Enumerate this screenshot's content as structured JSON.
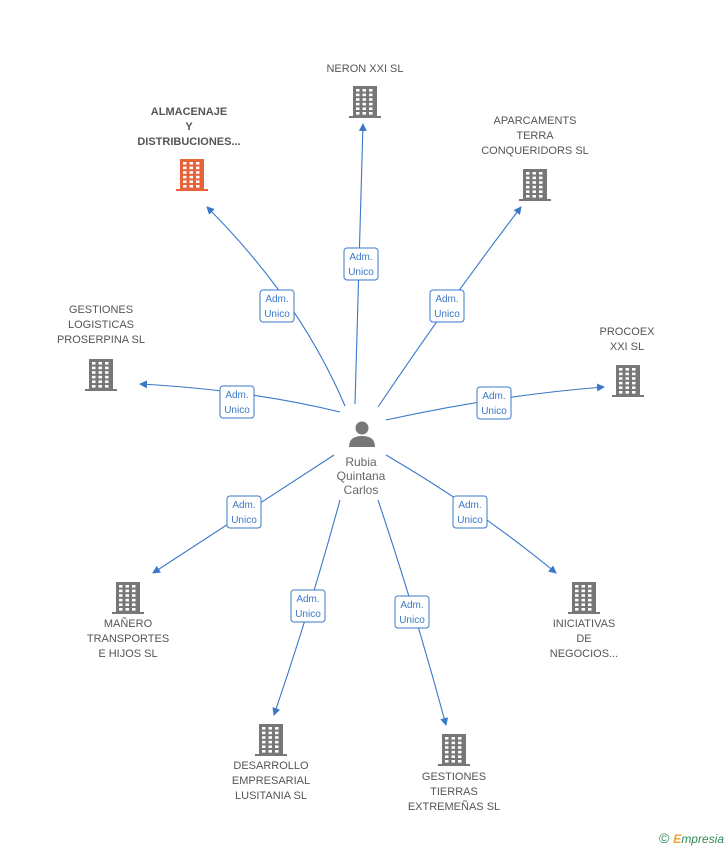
{
  "center": {
    "name_lines": [
      "Rubia",
      "Quintana",
      "Carlos"
    ]
  },
  "role_label_lines": [
    "Adm.",
    "Unico"
  ],
  "companies": [
    {
      "label_lines": [
        "ALMACENAJE",
        "Y",
        "DISTRIBUCIONES..."
      ],
      "highlight": true
    },
    {
      "label_lines": [
        "NERON XXI SL"
      ],
      "highlight": false
    },
    {
      "label_lines": [
        "APARCAMENTS",
        "TERRA",
        "CONQUERIDORS SL"
      ],
      "highlight": false
    },
    {
      "label_lines": [
        "GESTIONES",
        "LOGISTICAS",
        "PROSERPINA SL"
      ],
      "highlight": false
    },
    {
      "label_lines": [
        "PROCOEX",
        "XXI SL"
      ],
      "highlight": false
    },
    {
      "label_lines": [
        "MAÑERO",
        "TRANSPORTES",
        "E HIJOS SL"
      ],
      "highlight": false
    },
    {
      "label_lines": [
        "INICIATIVAS",
        "DE",
        "NEGOCIOS..."
      ],
      "highlight": false
    },
    {
      "label_lines": [
        "DESARROLLO",
        "EMPRESARIAL",
        "LUSITANIA SL"
      ],
      "highlight": false
    },
    {
      "label_lines": [
        "GESTIONES",
        "TIERRAS",
        "EXTREMEÑAS SL"
      ],
      "highlight": false
    }
  ],
  "colors": {
    "edge": "#3a78c9",
    "building": "#777777",
    "building_highlight": "#e8623a",
    "person": "#777777"
  },
  "footer": {
    "copyright_symbol": "©",
    "brand_initial": "E",
    "brand_rest": "mpresia"
  }
}
